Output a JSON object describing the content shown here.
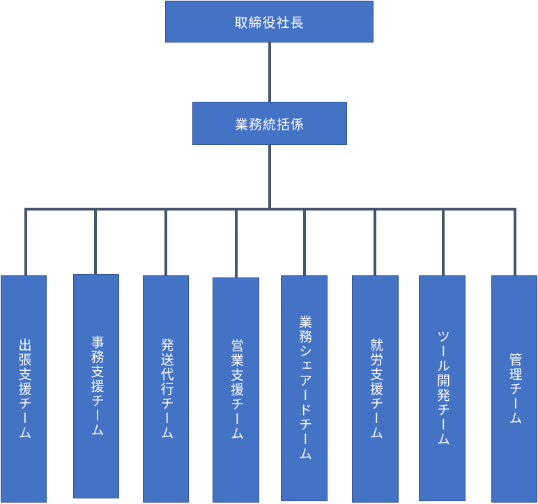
{
  "org_chart": {
    "top": {
      "label": "取締役社長"
    },
    "coordinator": {
      "label": "業務統括係"
    },
    "teams": [
      {
        "label": "出張支援チーム"
      },
      {
        "label": "事務支援チーム"
      },
      {
        "label": "発送代行チーム"
      },
      {
        "label": "営業支援チーム"
      },
      {
        "label": "業務シェアードチーム"
      },
      {
        "label": "就労支援チーム"
      },
      {
        "label": "ツール開発チーム"
      },
      {
        "label": "管理チーム"
      }
    ]
  },
  "colors": {
    "box_fill": "#4472c4",
    "box_border": "#2f528f",
    "connector": "#44546a",
    "text": "#ffffff"
  }
}
